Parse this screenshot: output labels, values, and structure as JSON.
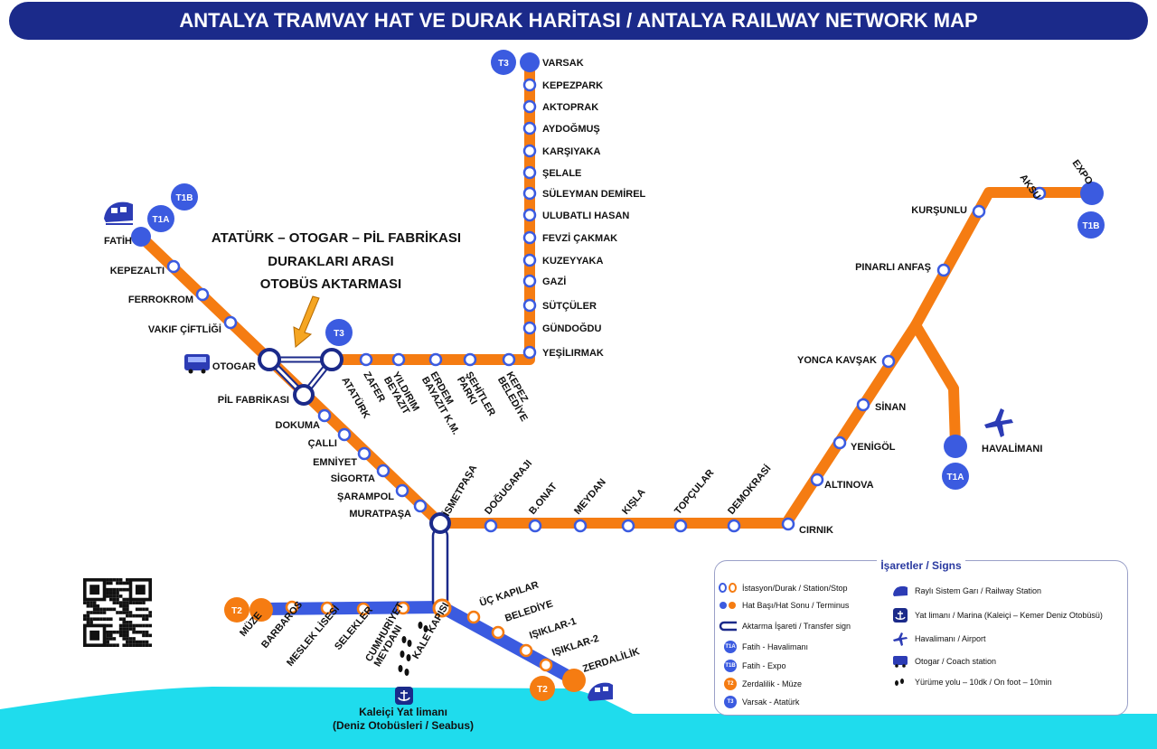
{
  "title": "ANTALYA TRAMVAY HAT VE DURAK HARİTASI / ANTALYA RAILWAY NETWORK MAP",
  "colors": {
    "line": "#f57c12",
    "blue": "#3b5be0",
    "navy": "#1b2a8a",
    "sea": "#1fdced"
  },
  "callout": [
    "ATATÜRK – OTOGAR – PİL FABRİKASI",
    "DURAKLARI ARASI",
    "OTOBÜS AKTARMASI"
  ],
  "badges": {
    "t1b_left": "T1B",
    "t1a_left": "T1A",
    "t3_mid": "T3",
    "t3_top": "T3",
    "t1b_right": "T1B",
    "t1a_right": "T1A",
    "t2_left": "T2",
    "t2_right": "T2"
  },
  "stations": {
    "t3": [
      "VARSAK",
      "KEPEZPARK",
      "AKTOPRAK",
      "AYDOĞMUŞ",
      "KARŞIYAKA",
      "ŞELALE",
      "SÜLEYMAN DEMİREL",
      "ULUBATLI HASAN",
      "FEVZİ ÇAKMAK",
      "KUZEYYAKA",
      "GAZİ",
      "SÜTÇÜLER",
      "GÜNDOĞDU",
      "YEŞİLIRMAK"
    ],
    "t3_lower": [
      "ZAFER",
      "YILDIRIM BEYAZIT",
      "ERDEM BAYAZIT K.M.",
      "ŞEHİTLER PARKI",
      "KEPEZ BELEDİYE",
      "ATATÜRK"
    ],
    "t1_west": [
      "FATİH",
      "KEPEZALTI",
      "FERROKROM",
      "VAKIF ÇİFTLİĞİ",
      "OTOGAR",
      "PİL FABRİKASI",
      "DOKUMA",
      "ÇALLI",
      "EMNİYET",
      "SİGORTA",
      "ŞARAMPOL",
      "MURATPAŞA",
      "İSMETPAŞA"
    ],
    "t1_east": [
      "DOĞUGARAJI",
      "B.ONAT",
      "MEYDAN",
      "KIŞLA",
      "TOPÇULAR",
      "DEMOKRASİ",
      "CIRNIK",
      "ALTINOVA",
      "YENİGÖL",
      "SİNAN",
      "YONCA KAVŞAK",
      "PINARLI ANFAŞ",
      "KURŞUNLU",
      "AKSU",
      "EXPO",
      "HAVALİMANI"
    ],
    "t2": [
      "MÜZE",
      "BARBAROS",
      "MESLEK LİSESİ",
      "SELEKLER",
      "CUMHURİYET MEYDANI",
      "KALE KAPISI",
      "ÜÇ KAPILAR",
      "BELEDİYE",
      "IŞIKLAR-1",
      "IŞIKLAR-2",
      "ZERDALİLİK"
    ]
  },
  "sea": {
    "line1": "Kaleiçi Yat limanı",
    "line2": "(Deniz Otobüsleri / Seabus)"
  },
  "legend": {
    "title": "İşaretler / Signs",
    "station": "İstasyon/Durak / Station/Stop",
    "terminus": "Hat Başı/Hat Sonu / Terminus",
    "transfer": "Aktarma İşareti / Transfer sign",
    "t1a_badge": "T1A",
    "t1a": "Fatih - Havalimanı",
    "t1b_badge": "T1B",
    "t1b": "Fatih - Expo",
    "t2_badge": "T2",
    "t2": "Zerdalilik - Müze",
    "t3_badge": "T3",
    "t3": "Varsak - Atatürk",
    "rail": "Raylı Sistem Garı / Railway Station",
    "marina": "Yat limanı / Marina  (Kaleiçi – Kemer Deniz Otobüsü)",
    "airport": "Havalimanı / Airport",
    "coach": "Otogar / Coach station",
    "walk": "Yürüme yolu – 10dk / On foot – 10min"
  }
}
